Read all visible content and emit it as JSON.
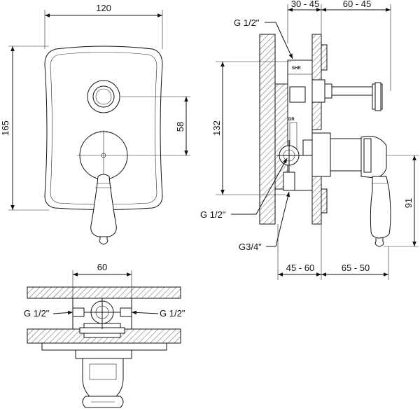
{
  "front_view": {
    "width_dim": "120",
    "height_dim": "165",
    "center_dim": "58"
  },
  "side_view": {
    "top_left_dim": "30 - 45",
    "top_right_dim": "60 - 45",
    "height_dim": "132",
    "lower_dim": "91",
    "bottom_left_dim": "45 - 60",
    "bottom_right_dim": "65 - 50",
    "label_top": "G 1/2\"",
    "label_mid": "G 1/2\"",
    "label_bottom": "G3/4\"",
    "mark_shr": "SHR",
    "mark_dr": "DR"
  },
  "top_view": {
    "width_dim": "60",
    "label_left": "G 1/2\"",
    "label_right": "G 1/2\""
  }
}
